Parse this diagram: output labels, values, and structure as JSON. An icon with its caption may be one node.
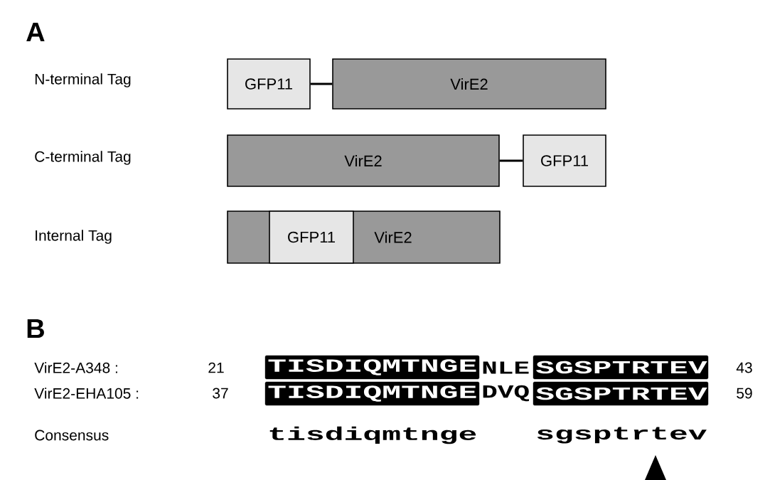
{
  "diagram": {
    "nodes": [
      {
        "text": [
          "GFP11"
        ]
      },
      {
        "text": [
          "VirE2"
        ]
      },
      {
        "text": [
          "VirE2"
        ]
      },
      {
        "text": [
          "GFP11"
        ]
      },
      {
        "text": [
          "VirE2"
        ]
      },
      {
        "text": [
          "GFP11"
        ],
        "in": 4
      },
      {
        "text": [
          "TISDIQMTNGE"
        ]
      },
      {
        "text": [
          "SGSPTRTEV"
        ]
      },
      {
        "text": [
          "TISDIQMTNGE"
        ]
      },
      {
        "text": [
          "SGSPTRTEV"
        ]
      }
    ],
    "edges": [
      {
        "from": 0,
        "to": 1,
        "arrow": "none"
      },
      {
        "from": 2,
        "to": 3,
        "arrow": "none"
      }
    ],
    "labels": [
      "A",
      "N-terminal Tag",
      "C-terminal Tag",
      "Internal Tag",
      "B",
      "VirE2-A348 :",
      "21",
      "NLE",
      "43",
      "VirE2-EHA105 :",
      "37",
      "DVQ",
      "59",
      "Consensus",
      "tisdiqmtnge",
      "sgsptrtev"
    ]
  }
}
